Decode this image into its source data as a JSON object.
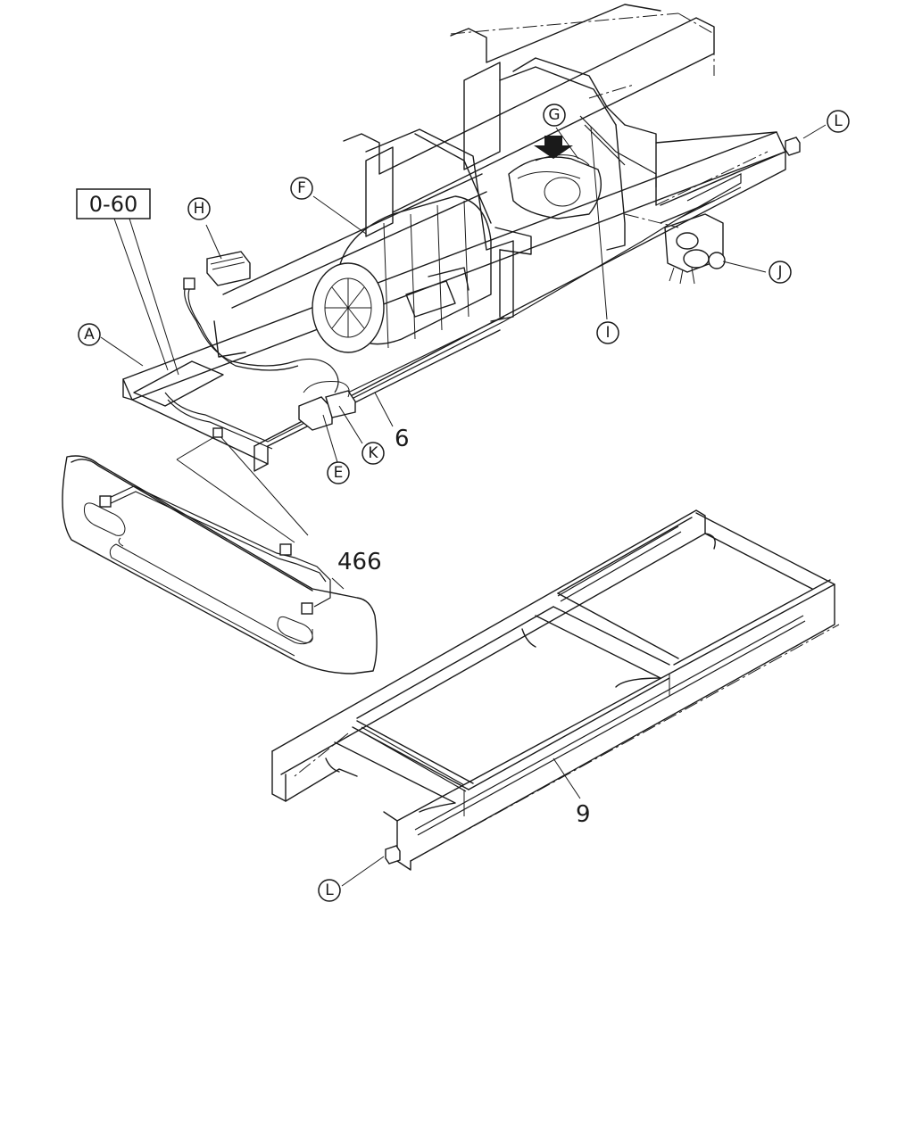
{
  "reference_box": {
    "label": "0-60"
  },
  "callouts": {
    "A": "A",
    "E": "E",
    "F": "F",
    "G": "G",
    "H": "H",
    "I": "I",
    "J": "J",
    "K": "K",
    "L_top": "L",
    "L_bottom": "L"
  },
  "part_numbers": {
    "harness_main": "6",
    "bumper_harness": "466",
    "frame_harness": "9"
  }
}
